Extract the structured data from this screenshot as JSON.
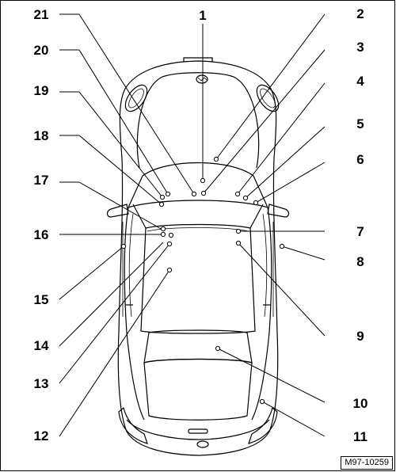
{
  "figure_id": "M97-10259",
  "callouts": [
    {
      "number": "1"
    },
    {
      "number": "2"
    },
    {
      "number": "3"
    },
    {
      "number": "4"
    },
    {
      "number": "5"
    },
    {
      "number": "6"
    },
    {
      "number": "7"
    },
    {
      "number": "8"
    },
    {
      "number": "9"
    },
    {
      "number": "10"
    },
    {
      "number": "11"
    },
    {
      "number": "12"
    },
    {
      "number": "13"
    },
    {
      "number": "14"
    },
    {
      "number": "15"
    },
    {
      "number": "16"
    },
    {
      "number": "17"
    },
    {
      "number": "18"
    },
    {
      "number": "19"
    },
    {
      "number": "20"
    },
    {
      "number": "21"
    }
  ]
}
